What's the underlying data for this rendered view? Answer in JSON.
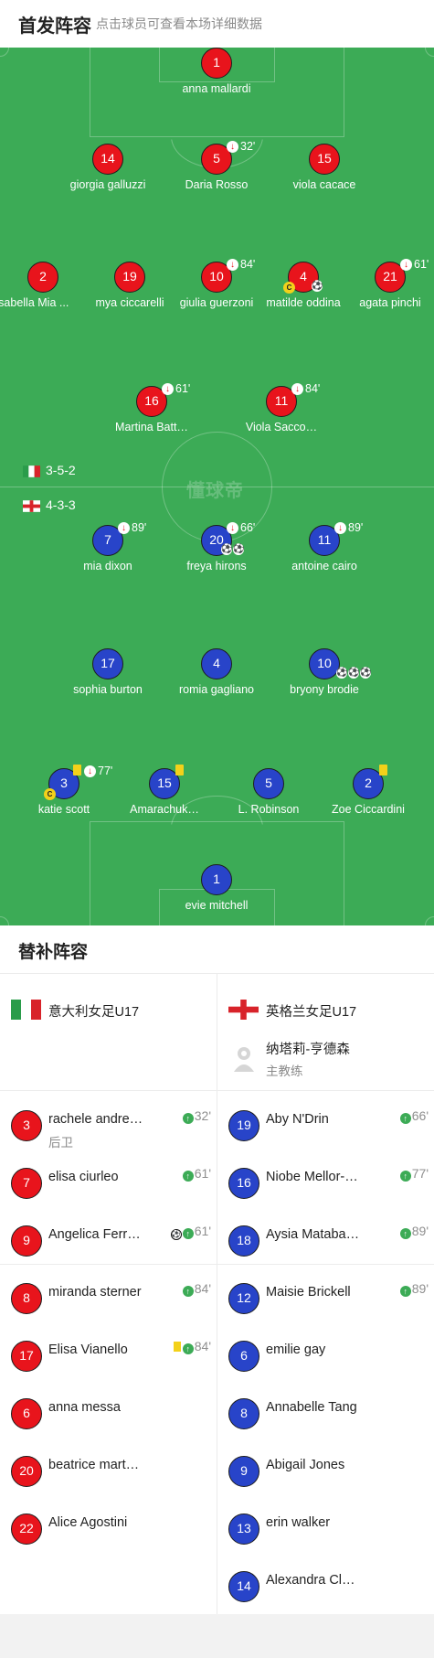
{
  "header": {
    "title": "首发阵容",
    "hint": "点击球员可查看本场详细数据"
  },
  "pitch": {
    "watermark": "懂球帝",
    "home_formation": "3-5-2",
    "away_formation": "4-3-3",
    "home_players": [
      {
        "number": "1",
        "name": "anna mallardi"
      },
      {
        "number": "14",
        "name": "giorgia galluzzi"
      },
      {
        "number": "5",
        "name": "Daria Rosso",
        "sub_minute": "32'"
      },
      {
        "number": "15",
        "name": "viola cacace"
      },
      {
        "number": "2",
        "name": "Isabella Mia ..."
      },
      {
        "number": "19",
        "name": "mya ciccarelli"
      },
      {
        "number": "10",
        "name": "giulia guerzoni",
        "sub_minute": "84'"
      },
      {
        "number": "4",
        "name": "matilde oddina",
        "captain": "C",
        "goals": 1
      },
      {
        "number": "21",
        "name": "agata pinchi",
        "sub_minute": "61'"
      },
      {
        "number": "16",
        "name": "Martina Batt…",
        "sub_minute": "61'"
      },
      {
        "number": "11",
        "name": "Viola Sacco…",
        "sub_minute": "84'"
      }
    ],
    "away_players": [
      {
        "number": "7",
        "name": "mia dixon",
        "sub_minute": "89'"
      },
      {
        "number": "20",
        "name": "freya hirons",
        "sub_minute": "66'",
        "goals": 2
      },
      {
        "number": "11",
        "name": "antoine cairo",
        "sub_minute": "89'"
      },
      {
        "number": "17",
        "name": "sophia burton"
      },
      {
        "number": "4",
        "name": "romia gagliano"
      },
      {
        "number": "10",
        "name": "bryony brodie",
        "goals": 3
      },
      {
        "number": "3",
        "name": "katie scott",
        "sub_minute": "77'",
        "yellow_card": true,
        "captain": "C"
      },
      {
        "number": "15",
        "name": "Amarachuk…",
        "yellow_card": true
      },
      {
        "number": "5",
        "name": "L. Robinson"
      },
      {
        "number": "2",
        "name": "Zoe Ciccardini",
        "yellow_card": true
      },
      {
        "number": "1",
        "name": "evie mitchell"
      }
    ]
  },
  "subs": {
    "title": "替补阵容",
    "home_team": "意大利女足U17",
    "away_team": "英格兰女足U17",
    "coach_name": "纳塔莉-亨德森",
    "coach_role": "主教练",
    "home": [
      {
        "number": "3",
        "name": "rachele andre…",
        "position": "后卫",
        "minute": "32'"
      },
      {
        "number": "7",
        "name": "elisa ciurleo",
        "minute": "61'"
      },
      {
        "number": "9",
        "name": "Angelica Ferr…",
        "minute": "61'",
        "goal": true
      },
      {
        "number": "8",
        "name": "miranda sterner",
        "minute": "84'"
      },
      {
        "number": "17",
        "name": "Elisa Vianello",
        "minute": "84'",
        "yellow_card": true
      },
      {
        "number": "6",
        "name": "anna messa"
      },
      {
        "number": "20",
        "name": "beatrice mart…"
      },
      {
        "number": "22",
        "name": "Alice Agostini"
      }
    ],
    "away": [
      {
        "number": "19",
        "name": "Aby N'Drin",
        "minute": "66'"
      },
      {
        "number": "16",
        "name": "Niobe Mellor-…",
        "minute": "77'"
      },
      {
        "number": "18",
        "name": "Aysia Mataba…",
        "minute": "89'"
      },
      {
        "number": "12",
        "name": "Maisie Brickell",
        "minute": "89'"
      },
      {
        "number": "6",
        "name": "emilie gay"
      },
      {
        "number": "8",
        "name": "Annabelle Tang"
      },
      {
        "number": "9",
        "name": "Abigail Jones"
      },
      {
        "number": "13",
        "name": "erin walker"
      },
      {
        "number": "14",
        "name": "Alexandra Cl…"
      }
    ]
  },
  "colors": {
    "pitch": "#3cab56",
    "home": "#e8141c",
    "away": "#2844c9",
    "yellow_card": "#f3d11a"
  },
  "icons": {
    "sub_out": "sub-out-icon",
    "sub_in": "sub-in-icon",
    "goal": "football-icon",
    "captain": "captain-badge",
    "coach": "coach-avatar-icon"
  }
}
